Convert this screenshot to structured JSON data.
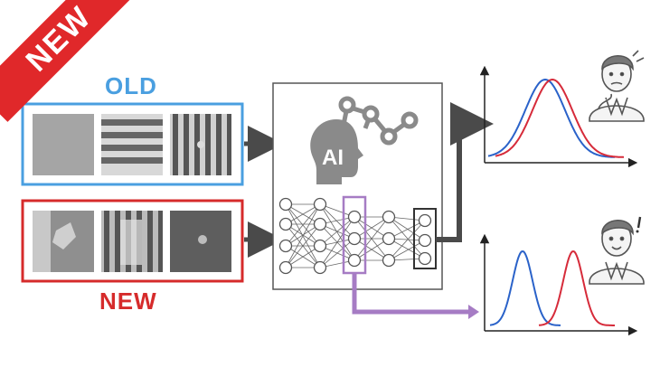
{
  "banner": {
    "text": "NEW",
    "color": "#e0282a"
  },
  "labels": {
    "old": "OLD",
    "new": "NEW"
  },
  "ai_badge": {
    "text": "AI"
  },
  "colors": {
    "old_blue": "#4a9fe0",
    "new_red": "#d62b2b",
    "feature_purple": "#a67cc4",
    "arrow_dark": "#4a4a4a",
    "curve_blue": "#2a62c9",
    "curve_red": "#d62b3a"
  },
  "icons": [
    "ai-head-icon",
    "confused-person-icon",
    "surprised-person-icon"
  ]
}
